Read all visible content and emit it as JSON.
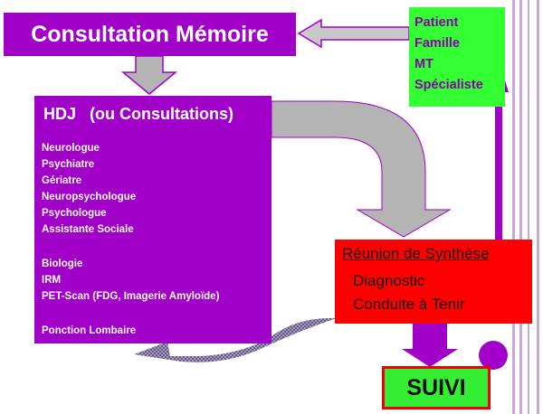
{
  "title": "Consultation Mémoire",
  "hdj": {
    "title": "HDJ   (ou Consultations)",
    "items": [
      "Neurologue",
      "Psychiatre",
      "Gériatre",
      "Neuropsychologue",
      "Psychologue",
      "Assistante Sociale",
      "",
      "Biologie",
      "IRM",
      "PET-Scan (FDG, Imagerie Amyloïde)",
      "",
      "Ponction Lombaire"
    ]
  },
  "patient": {
    "lines": [
      "Patient",
      "Famille",
      "MT",
      "Spécialiste"
    ]
  },
  "reunion": {
    "title": "Réunion de Synthèse",
    "items": [
      "Diagnostic",
      "Conduite à Tenir"
    ]
  },
  "suivi": "SUIVI",
  "colors": {
    "purple": "#a000c8",
    "green": "#33ff33",
    "red": "#ff0000",
    "gray_arrow": "#b4b4b4",
    "line_purple": "#c8a8d8"
  }
}
